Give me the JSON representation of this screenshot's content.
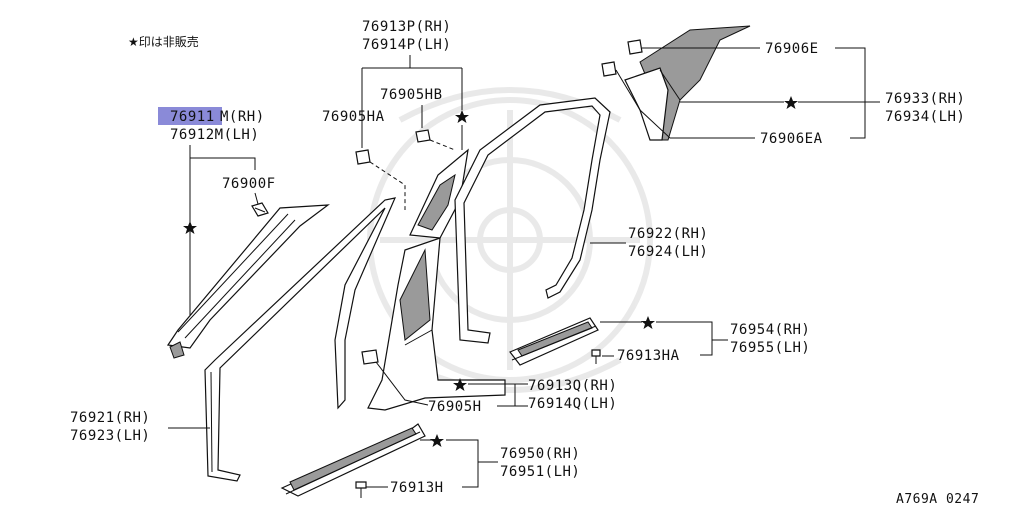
{
  "note": "★印は非販売",
  "diagram_ref": "A769A 0247",
  "highlight_color": "#8a8ad8",
  "labels": {
    "p76913P_rh": "76913P(RH)",
    "p76914P_lh": "76914P(LH)",
    "p76906E": "76906E",
    "p76933_rh": "76933(RH)",
    "p76934_lh": "76934(LH)",
    "p76906EA": "76906EA",
    "p76905HB": "76905HB",
    "p76905HA": "76905HA",
    "p76911_part1": "76911",
    "p76911_part2": "M(RH)",
    "p76912M_lh": "76912M(LH)",
    "p76900F": "76900F",
    "p76922_rh": "76922(RH)",
    "p76924_lh": "76924(LH)",
    "p76954_rh": "76954(RH)",
    "p76955_lh": "76955(LH)",
    "p76913HA": "76913HA",
    "p76913Q_rh": "76913Q(RH)",
    "p76914Q_lh": "76914Q(LH)",
    "p76905H": "76905H",
    "p76921_rh": "76921(RH)",
    "p76923_lh": "76923(LH)",
    "p76950_rh": "76950(RH)",
    "p76951_lh": "76951(LH)",
    "p76913H": "76913H"
  }
}
